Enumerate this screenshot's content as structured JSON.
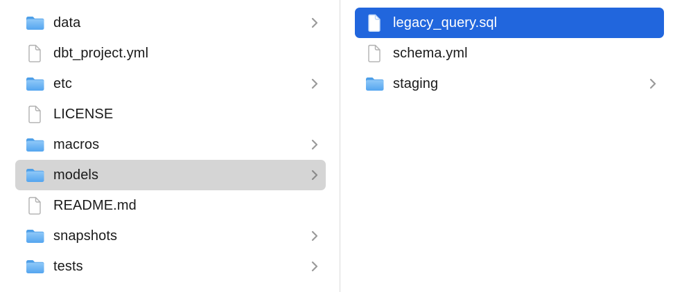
{
  "colors": {
    "selection_blue": "#2166dd",
    "selection_gray": "#d5d5d5",
    "folder_blue": "#4d9fe8",
    "text": "#1a1a1a"
  },
  "left_column": {
    "items": [
      {
        "label": "data",
        "type": "folder",
        "has_chevron": true,
        "selected": false
      },
      {
        "label": "dbt_project.yml",
        "type": "file",
        "has_chevron": false,
        "selected": false
      },
      {
        "label": "etc",
        "type": "folder",
        "has_chevron": true,
        "selected": false
      },
      {
        "label": "LICENSE",
        "type": "file",
        "has_chevron": false,
        "selected": false
      },
      {
        "label": "macros",
        "type": "folder",
        "has_chevron": true,
        "selected": false
      },
      {
        "label": "models",
        "type": "folder",
        "has_chevron": true,
        "selected": true
      },
      {
        "label": "README.md",
        "type": "file",
        "has_chevron": false,
        "selected": false
      },
      {
        "label": "snapshots",
        "type": "folder",
        "has_chevron": true,
        "selected": false
      },
      {
        "label": "tests",
        "type": "folder",
        "has_chevron": true,
        "selected": false
      }
    ]
  },
  "right_column": {
    "items": [
      {
        "label": "legacy_query.sql",
        "type": "file",
        "has_chevron": false,
        "selected": true
      },
      {
        "label": "schema.yml",
        "type": "file",
        "has_chevron": false,
        "selected": false
      },
      {
        "label": "staging",
        "type": "folder",
        "has_chevron": true,
        "selected": false
      }
    ]
  }
}
